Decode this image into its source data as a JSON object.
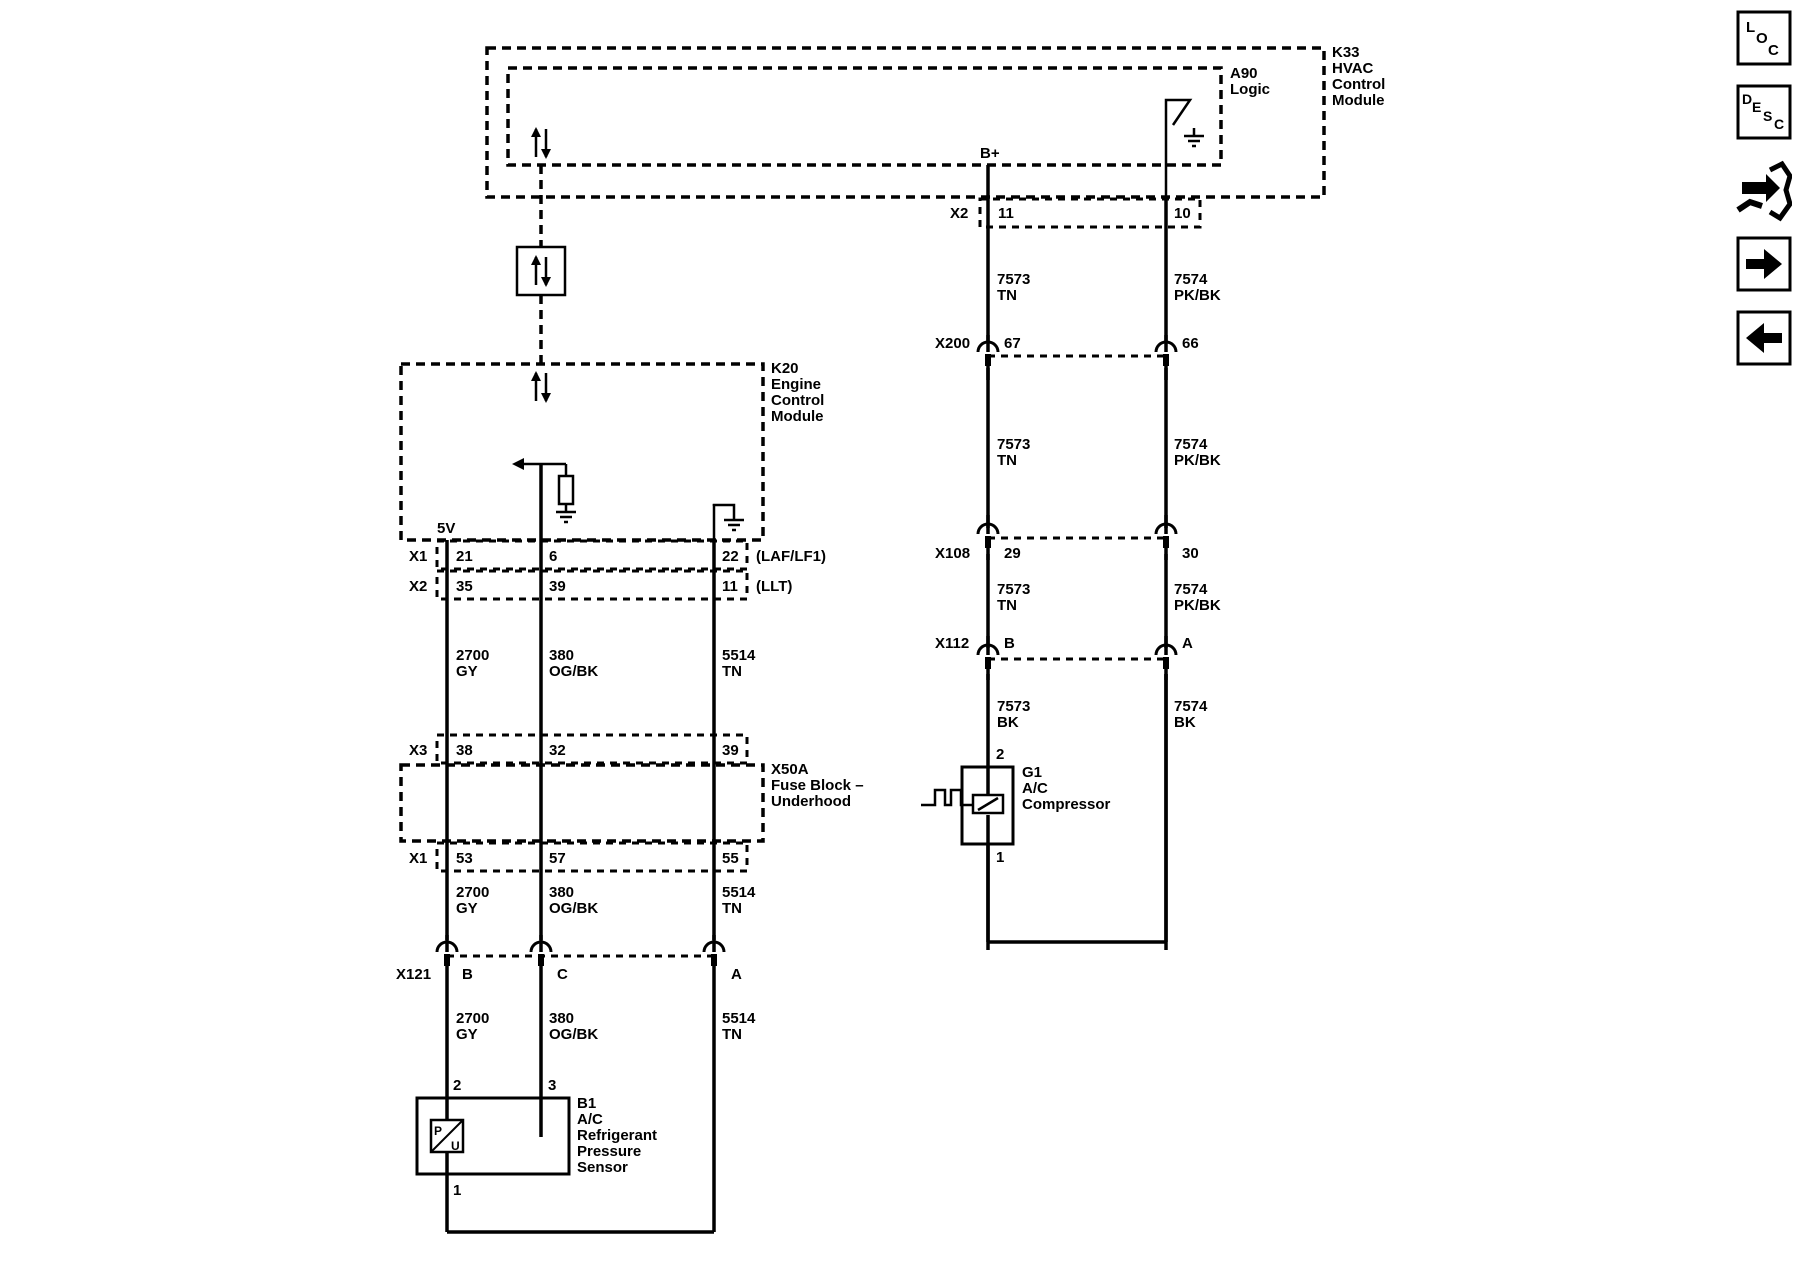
{
  "modules": {
    "k33": {
      "ref": "K33",
      "name": [
        "HVAC",
        "Control",
        "Module"
      ]
    },
    "a90": {
      "ref": "A90",
      "name": [
        "Logic"
      ]
    },
    "k20": {
      "ref": "K20",
      "name": [
        "Engine",
        "Control",
        "Module"
      ]
    },
    "x50a": {
      "ref": "X50A",
      "name": [
        "Fuse Block –",
        "Underhood"
      ]
    },
    "b1": {
      "ref": "B1",
      "name": [
        "A/C",
        "Refrigerant",
        "Pressure",
        "Sensor"
      ]
    },
    "g1": {
      "ref": "G1",
      "name": [
        "A/C",
        "Compressor"
      ]
    }
  },
  "labels": {
    "bplus": "B+",
    "five_v": "5V",
    "laf": "(LAF/LF1)",
    "llt": "(LLT)"
  },
  "connectors": {
    "hvac_x2": {
      "name": "X2",
      "pins": [
        "11",
        "10"
      ]
    },
    "x200": {
      "name": "X200",
      "pins": [
        "67",
        "66"
      ]
    },
    "x108": {
      "name": "X108",
      "pins": [
        "29",
        "30"
      ]
    },
    "x112": {
      "name": "X112",
      "pins": [
        "B",
        "A"
      ]
    },
    "ecm_x1": {
      "name": "X1",
      "pins": [
        "21",
        "6",
        "22"
      ]
    },
    "ecm_x2": {
      "name": "X2",
      "pins": [
        "35",
        "39",
        "11"
      ]
    },
    "fuse_x3": {
      "name": "X3",
      "pins": [
        "38",
        "32",
        "39"
      ]
    },
    "fuse_x1": {
      "name": "X1",
      "pins": [
        "53",
        "57",
        "55"
      ]
    },
    "x121": {
      "name": "X121",
      "pins": [
        "B",
        "C",
        "A"
      ]
    }
  },
  "wires": {
    "w7573tn": {
      "circuit": "7573",
      "color": "TN"
    },
    "w7574pkbk": {
      "circuit": "7574",
      "color": "PK/BK"
    },
    "w7573bk": {
      "circuit": "7573",
      "color": "BK"
    },
    "w7574bk": {
      "circuit": "7574",
      "color": "BK"
    },
    "w2700": {
      "circuit": "2700",
      "color": "GY"
    },
    "w380": {
      "circuit": "380",
      "color": "OG/BK"
    },
    "w5514": {
      "circuit": "5514",
      "color": "TN"
    }
  },
  "component_pins": {
    "g1_top": "2",
    "g1_bottom": "1",
    "b1_2": "2",
    "b1_3": "3",
    "b1_1": "1",
    "sensor_p": "P",
    "sensor_u": "U"
  },
  "nav": {
    "loc": {
      "top": "L",
      "mid": "O",
      "bot": "C"
    },
    "desc": {
      "c1": "D",
      "c2": "E",
      "c3": "S",
      "c4": "C"
    },
    "icons": [
      "connector-end-view-icon",
      "next-arrow-icon",
      "previous-arrow-icon"
    ]
  }
}
